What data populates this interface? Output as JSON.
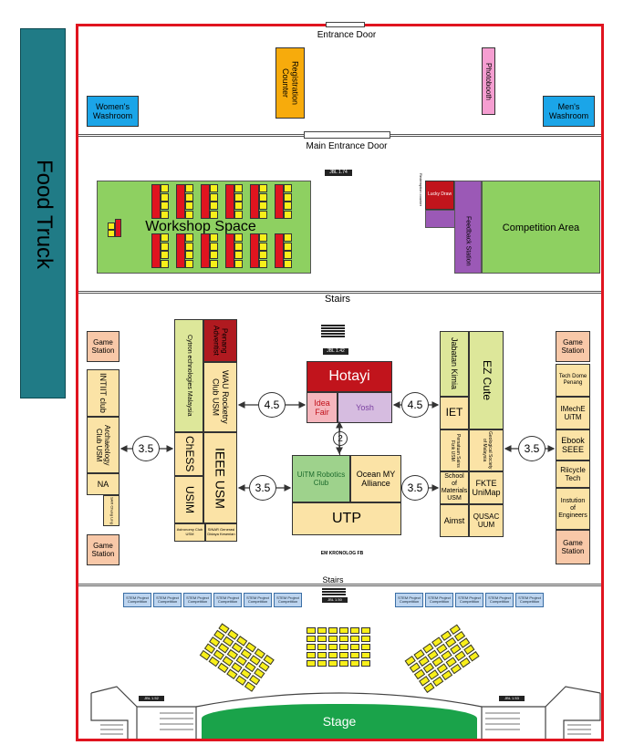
{
  "food_truck": "Food Truck",
  "entrance": {
    "entrance_door": "Entrance Door",
    "main_entrance_door": "Main Entrance Door",
    "registration_counter": "Registration Counter",
    "photobooth": "Photobooth",
    "womens_washroom": "Women's Washroom",
    "mens_washroom": "Men's Washroom"
  },
  "middle": {
    "workshop_space": "Workshop Space",
    "competition_area": "Competition Area",
    "lucky_draw": "Lucky Draw",
    "redemption_counter": "Redemption counter",
    "feedback_station": "Feedback Station",
    "room_sign": "JBL 1.74"
  },
  "main_hall": {
    "stairs_top": "Stairs",
    "stairs_bottom": "Stairs",
    "stairs_sign_top": "JBL 1.42",
    "stairs_sign_bottom": "JBL 1.50",
    "floor_note": "EM KRONOLOG FB",
    "left_column": {
      "game_station_top": "Game Station",
      "intit_club": "INTIIT club",
      "archaeology_club": "Archaeology Club USM",
      "na": "NA",
      "sar": "SAR Chung Ling",
      "game_station_bottom": "Game Station"
    },
    "left_block": {
      "cytron": "Cytron echnologies Malaysia",
      "penang_adventist": "Penang Adventist",
      "wau_rocketry": "WAU Rocketry Club USM",
      "chess": "ChESS",
      "ieee_usm": "IEEE USM",
      "usim": "USIM",
      "astronomy": "Astronomy Club USM",
      "sinar": "SINAR Generasi Didaya Kesenian"
    },
    "center": {
      "hotayi": "Hotayi",
      "idea_fair": "Idea Fair",
      "yosh": "Yosh",
      "uitm_robotics": "UiTM Robotics Club",
      "ocean_my_alliance": "Ocean MY Alliance",
      "utp": "UTP",
      "circle_2": "2"
    },
    "right_block": {
      "jabatan_kimia": "Jabatan Kimia",
      "ez_cute": "EZ Cute",
      "iet": "IET",
      "persatuan_sains_fizik": "Persatuan Sains Fizik USM",
      "geological_society": "Geological Society of Malaysia",
      "school_of_materials": "School of Materials USM",
      "fkte_unimap": "FKTE UniMap",
      "aimst": "Aimst",
      "qusac_uum": "QUSAC UUM"
    },
    "right_column": {
      "game_station_top": "Game Station",
      "tech_dome": "Tech Dome Penang",
      "imeche_uitm": "IMechE UiTM",
      "ebook_seee": "Ebook SEEE",
      "riicycle_tech": "Riicycle Tech",
      "institution_of_engineers": "Instution of Engineers",
      "game_station_bottom": "Game Station"
    },
    "distances": {
      "left_outer": "3.5",
      "left_inner_top": "4.5",
      "left_inner_bottom": "3.5",
      "right_inner_top": "4.5",
      "right_inner_bottom": "3.5",
      "right_outer": "3.5"
    }
  },
  "auditorium": {
    "stem_label": "STEM Project Competition",
    "stage": "Stage",
    "sign_left": "JBL 1.52",
    "sign_right": "JBL 1.53"
  }
}
